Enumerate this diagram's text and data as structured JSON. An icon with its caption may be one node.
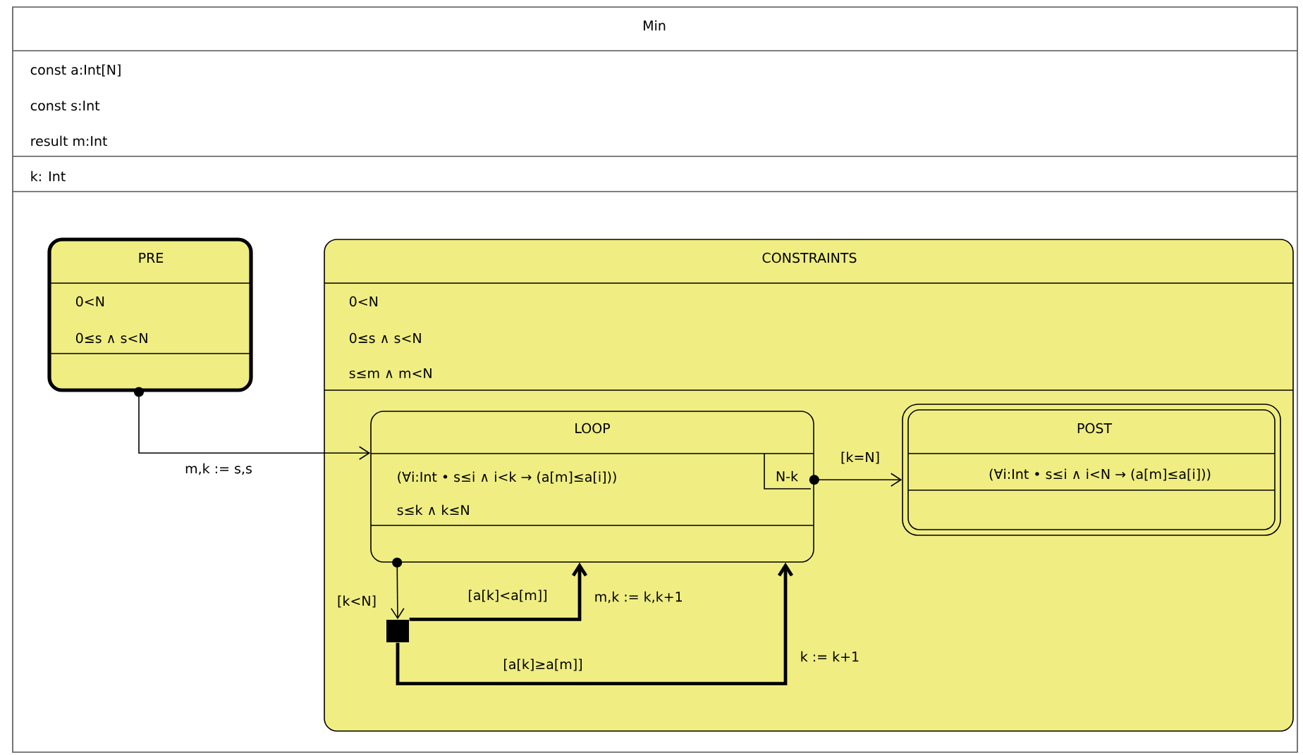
{
  "diagram": {
    "nodes": [
      {
        "text": [
          "Min",
          "const a:Int[N]",
          "const s:Int",
          "result m:Int",
          "k: Int"
        ]
      },
      {
        "text": [
          "PRE",
          "0<N",
          "0≤s ∧ s<N"
        ],
        "in": 0
      },
      {
        "text": [
          "CONSTRAINTS",
          "0<N",
          "0≤s ∧ s<N",
          "s≤m ∧ m<N"
        ],
        "in": 0
      },
      {
        "text": [
          "LOOP",
          "(∀i:Int • s≤i ∧ i<k → (a[m]≤a[i]))",
          "s≤k ∧ k≤N"
        ],
        "in": 2
      },
      {
        "text": [
          "N-k"
        ],
        "in": 3
      },
      {
        "text": [
          "POST",
          "(∀i:Int • s≤i ∧ i<N → (a[m]≤a[i]))"
        ],
        "in": 2
      },
      {
        "text": [],
        "shape": "box",
        "in": 2
      }
    ],
    "edges": [
      {
        "from": 1,
        "to": 3,
        "arrow": "to",
        "label": "m,k := s,s"
      },
      {
        "from": 3,
        "to": 5,
        "arrow": "to",
        "label": "[k=N]"
      },
      {
        "from": 3,
        "to": 6,
        "arrow": "to",
        "label": "[k<N]"
      },
      {
        "from": 6,
        "to": 3,
        "arrow": "to",
        "label": "[a[k]<a[m]]",
        "style": "thick"
      },
      {
        "from": 6,
        "to": 3,
        "arrow": "to",
        "label": "[a[k]≥a[m]]",
        "style": "thick"
      }
    ],
    "labels": [
      "m,k := k,k+1",
      "k := k+1"
    ]
  }
}
